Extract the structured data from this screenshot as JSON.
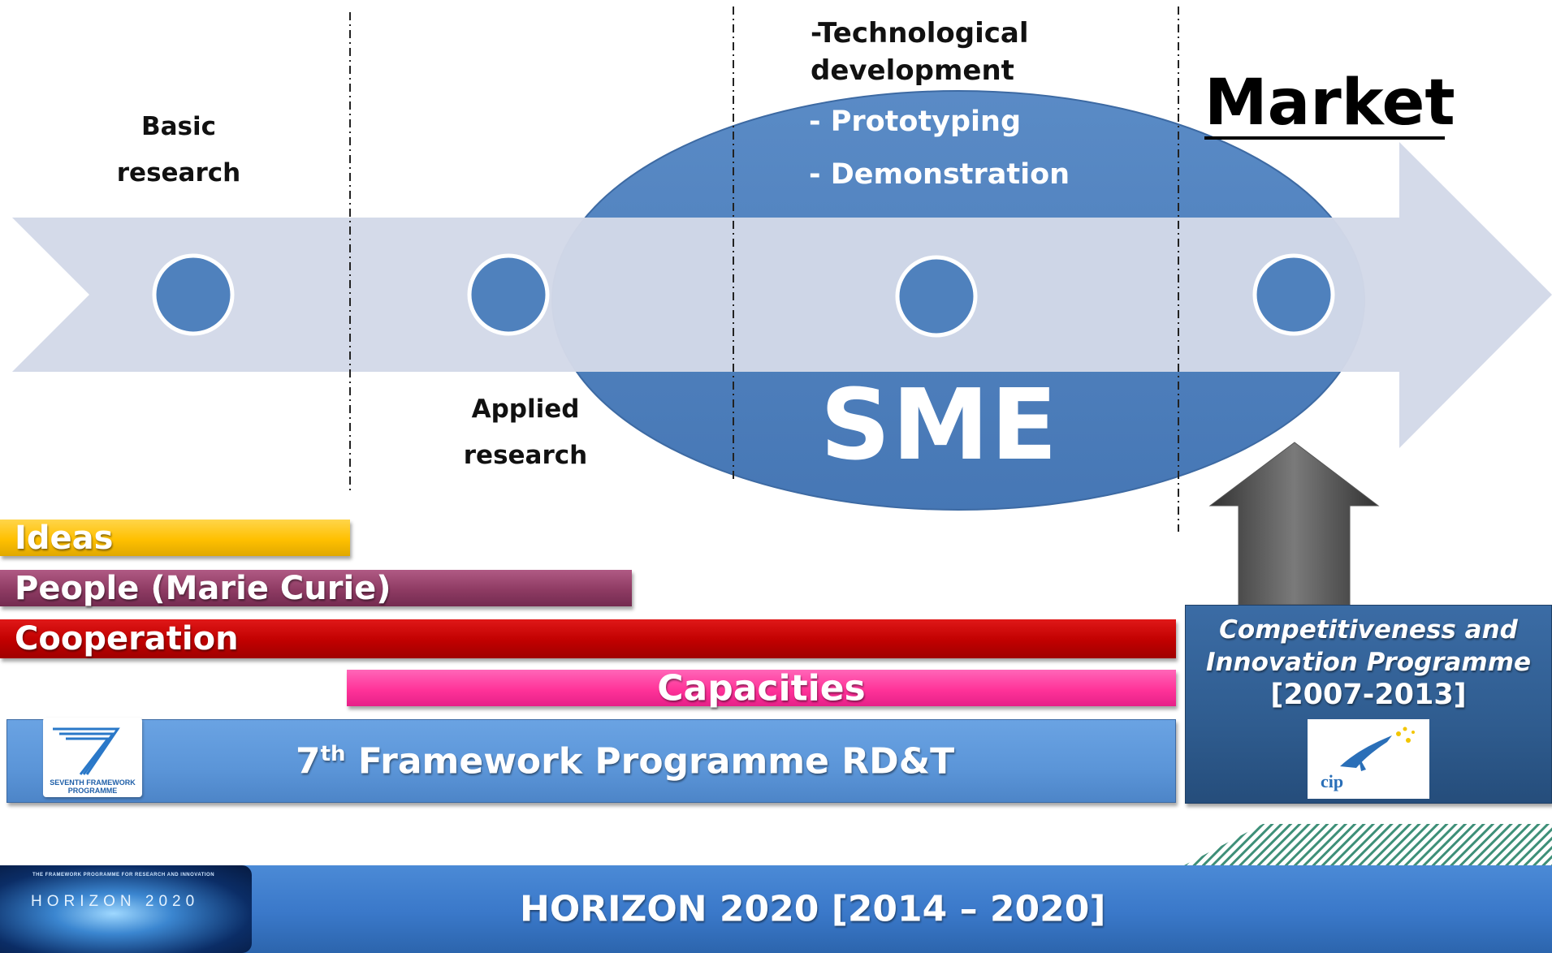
{
  "stages": {
    "basic_line1": "Basic",
    "basic_line2": "research",
    "applied_line1": "Applied",
    "applied_line2": "research",
    "tech_line1": "-Technological",
    "tech_line2": "development",
    "prototyping": "- Prototyping",
    "demonstration": "- Demonstration",
    "market": "Market",
    "sme": "SME"
  },
  "bars": {
    "ideas": "Ideas",
    "people": "People (Marie Curie)",
    "cooperation": "Cooperation",
    "capacities": "Capacities",
    "fp7_prefix": "7",
    "fp7_sup": "th",
    "fp7_rest": " Framework Programme RD&T",
    "fp7_logo_text": "SEVENTH FRAMEWORK PROGRAMME"
  },
  "cip": {
    "line1": "Competitiveness and",
    "line2": "Innovation Programme",
    "line3": "[2007-2013]",
    "logo_text": "cip"
  },
  "horizon": {
    "label": "HORIZON 2020 [2014 – 2020]",
    "logo_small": "THE FRAMEWORK PROGRAMME FOR RESEARCH AND INNOVATION",
    "logo_text": "HORIZON 2020"
  },
  "colors": {
    "arrow": "#d3d9e8",
    "ellipse": "#4f81bd",
    "ideas": "#ffc000",
    "people": "#8e3b63",
    "cooperation": "#c00000",
    "capacities": "#ff3399",
    "fp7": "#5b95d8",
    "cip": "#2f5c8f",
    "horizon": "#3a78c9"
  }
}
